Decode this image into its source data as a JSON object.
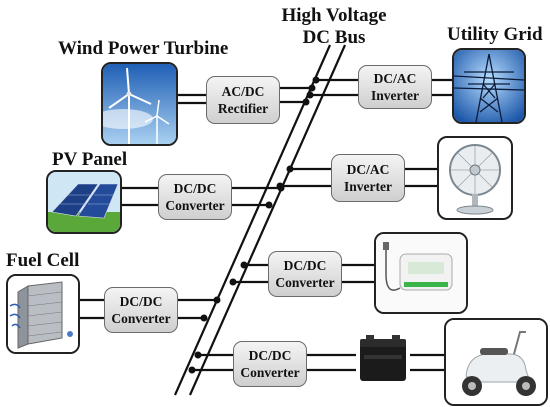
{
  "labels": {
    "wind": "Wind Power Turbine",
    "bus_line1": "High Voltage",
    "bus_line2": "DC Bus",
    "grid": "Utility Grid",
    "pv": "PV Panel",
    "fuel": "Fuel Cell"
  },
  "converters": {
    "rectifier": {
      "line1": "AC/DC",
      "line2": "Rectifier"
    },
    "grid_inverter": {
      "line1": "DC/AC",
      "line2": "Inverter"
    },
    "pv_conv": {
      "line1": "DC/DC",
      "line2": "Converter"
    },
    "fan_inverter": {
      "line1": "DC/AC",
      "line2": "Inverter"
    },
    "ev_conv": {
      "line1": "DC/DC",
      "line2": "Converter"
    },
    "fuel_conv": {
      "line1": "DC/DC",
      "line2": "Converter"
    },
    "batt_conv": {
      "line1": "DC/DC",
      "line2": "Converter"
    }
  },
  "images": [
    "wind-turbine-image",
    "transmission-tower-image",
    "solar-panel-image",
    "electric-fan-image",
    "ev-charger-image",
    "fuel-cell-image",
    "battery-image",
    "electric-scooter-image"
  ],
  "colors": {
    "line": "#111111",
    "box_top": "#f4f4f4",
    "box_bottom": "#cfcfcf",
    "sky": "#3a78c8"
  }
}
